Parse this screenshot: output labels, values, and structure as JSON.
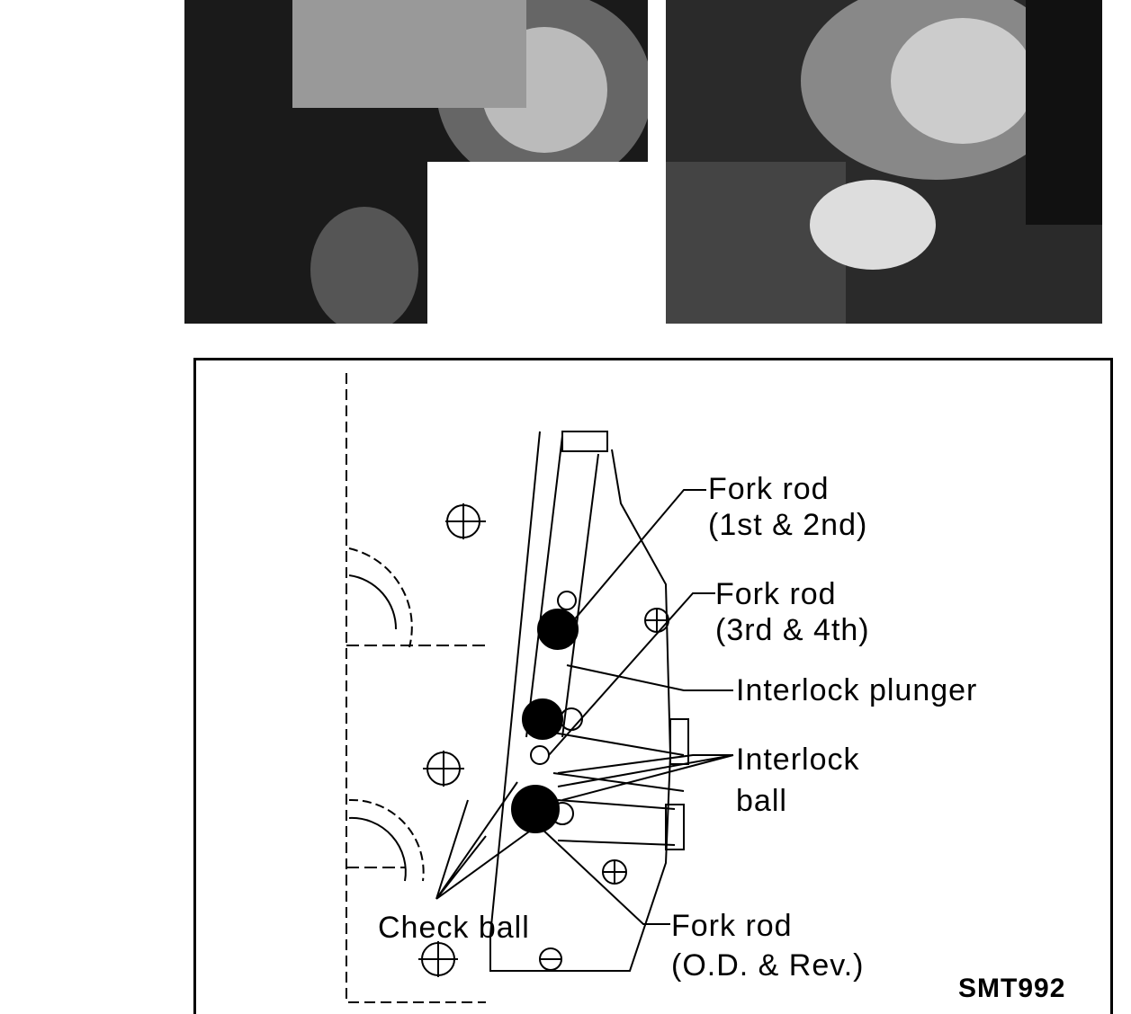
{
  "figure": {
    "code": "SMT992",
    "labels": {
      "fork_rod_1_2": [
        "Fork rod",
        "(1st & 2nd)"
      ],
      "fork_rod_3_4": [
        "Fork rod",
        "(3rd & 4th)"
      ],
      "interlock_plunger": "Interlock plunger",
      "interlock_ball": [
        "Interlock",
        "ball"
      ],
      "check_ball": "Check ball",
      "fork_rod_od_rev": [
        "Fork rod",
        "(O.D. & Rev.)"
      ]
    }
  }
}
